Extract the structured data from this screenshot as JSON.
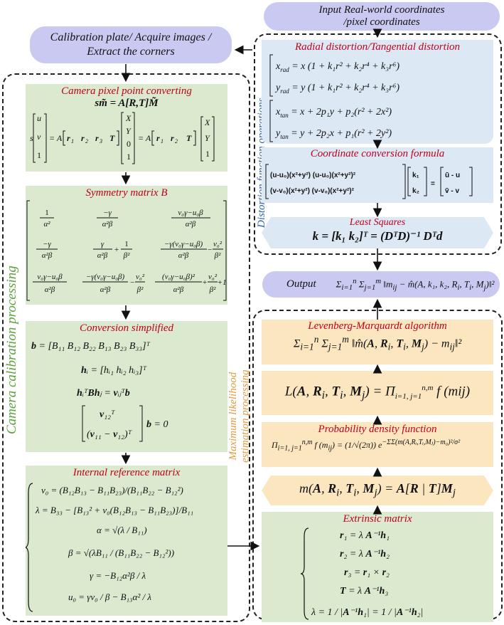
{
  "top_right_pill": {
    "line1": "Input Real-world coordinates",
    "line2": "/pixel coordinates"
  },
  "top_left_pill": {
    "line1": "Calibration plate/ Acquire images /",
    "line2": "Extract the corners"
  },
  "labels": {
    "distortion_ops": "Distortion function operations",
    "camera_calibration": "Camera calibration processing",
    "mle_line1": "Maximum likelihood",
    "mle_line2": "estimation processing"
  },
  "boxes": {
    "camera_pixel": {
      "title": "Camera pixel point converting",
      "eq_main": "sm̃ = A[R,T]M̃"
    },
    "symmetry": {
      "title": "Symmetry matrix B"
    },
    "conversion": {
      "title": "Conversion simplified"
    },
    "internal": {
      "title": "Internal reference matrix"
    },
    "radial": {
      "title": "Radial distortion/Tangential distortion"
    },
    "coord_conv": {
      "title": "Coordinate conversion formula"
    },
    "least_squares": {
      "title": "Least Squares"
    },
    "output": {
      "label": "Output"
    },
    "lm": {
      "title": "Levenberg-Marquardt algorithm"
    },
    "pdf": {
      "title": "Probability density function"
    },
    "extrinsic": {
      "title": "Extrinsic matrix"
    }
  }
}
